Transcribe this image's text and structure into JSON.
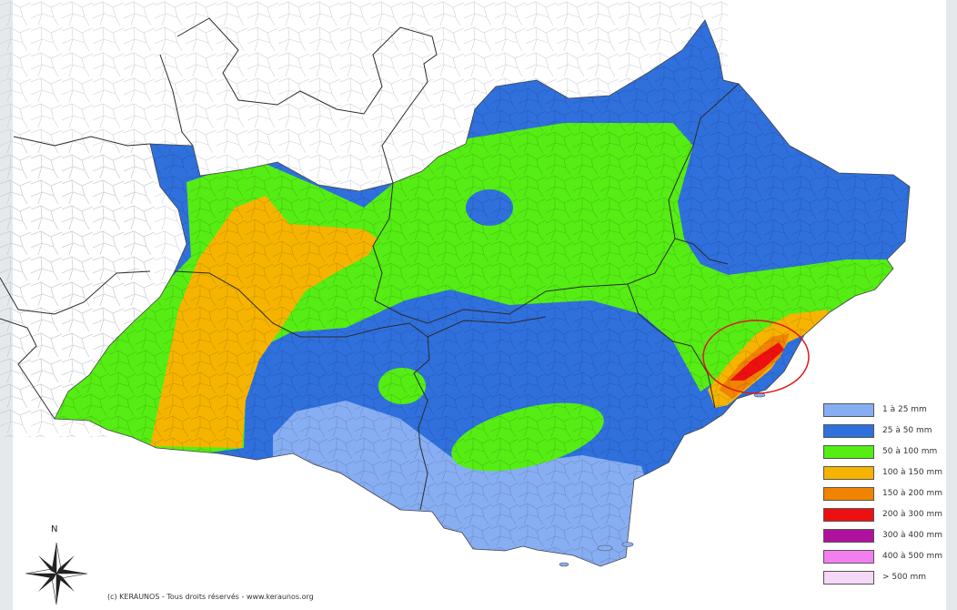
{
  "map": {
    "compass_label": "N",
    "copyright": "(c) KERAUNOS - Tous droits réservés - www.keraunos.org",
    "colors": {
      "background": "#ffffff",
      "sea_edge_haze": "#dfe3e6",
      "commune_lines": "#c9cdd2",
      "department_borders": "#2b2b2b",
      "highlight_circle": "#e01818"
    },
    "legend": [
      {
        "label": "1 à 25 mm",
        "color": "#87aef2"
      },
      {
        "label": "25 à 50 mm",
        "color": "#2f70dd"
      },
      {
        "label": "50 à 100 mm",
        "color": "#55ed14"
      },
      {
        "label": "100 à 150 mm",
        "color": "#f6b400"
      },
      {
        "label": "150 à 200 mm",
        "color": "#f08400"
      },
      {
        "label": "200 à 300 mm",
        "color": "#ee1010"
      },
      {
        "label": "300 à 400 mm",
        "color": "#b0129d"
      },
      {
        "label": "400 à 500 mm",
        "color": "#f27ef0"
      },
      {
        "label": "> 500 mm",
        "color": "#f5d8f6"
      }
    ],
    "icons": {
      "compass": "compass-rose-icon",
      "highlight": "highlight-circle-icon"
    }
  }
}
